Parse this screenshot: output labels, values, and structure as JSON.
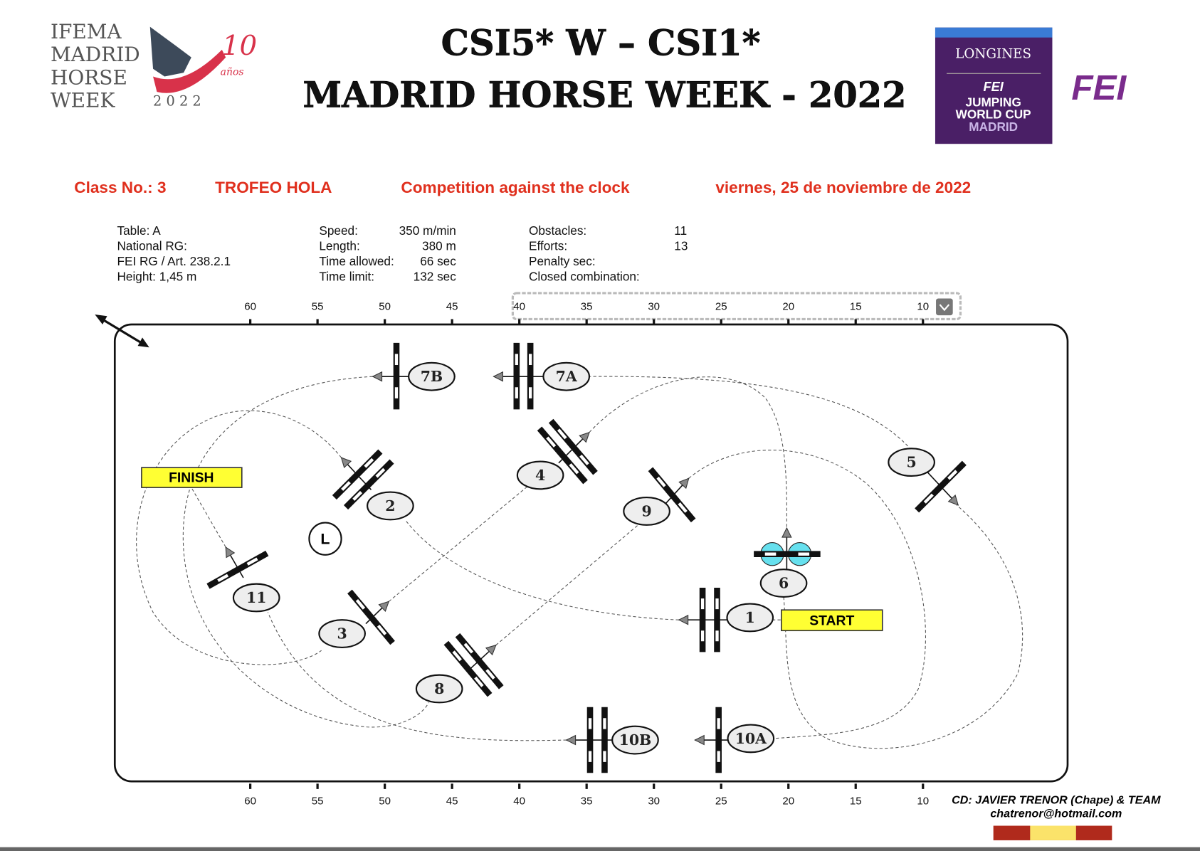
{
  "header": {
    "logo_left": {
      "lines": [
        "IFEMA",
        "MADRID",
        "HORSE",
        "WEEK"
      ],
      "year": "2 0 2 2",
      "anniversary": "10",
      "anniversary_sub": "años"
    },
    "title_line1": "CSI5* W – CSI1*",
    "title_line2": "MADRID HORSE WEEK - 2022",
    "sponsor_box": {
      "brand": "LONGINES",
      "fei": "FEI",
      "line1": "JUMPING",
      "line2": "WORLD CUP",
      "line3": "MADRID"
    },
    "fei_logo": "FEI"
  },
  "class_info": {
    "class_no": "Class No.: 3",
    "name": "TROFEO HOLA",
    "type": "Competition against the clock",
    "date": "viernes, 25 de noviembre de 2022"
  },
  "specs": {
    "col1": [
      "Table: A",
      "National RG:",
      "FEI RG / Art. 238.2.1",
      "Height: 1,45 m"
    ],
    "col2_labels": [
      "Speed:",
      "Length:",
      "Time allowed:",
      "Time limit:"
    ],
    "col2_values": [
      "350 m/min",
      "380 m",
      "66 sec",
      "132 sec"
    ],
    "col3_labels": [
      "Obstacles:",
      "Efforts:",
      "Penalty sec:",
      "Closed combination:"
    ],
    "col3_values": [
      "11",
      "13",
      "",
      ""
    ]
  },
  "axis_ticks": [
    "60",
    "55",
    "50",
    "45",
    "40",
    "35",
    "30",
    "25",
    "20",
    "15",
    "10"
  ],
  "course": {
    "start_label": "START",
    "finish_label": "FINISH",
    "marker_L": "L",
    "obstacles": [
      "1",
      "2",
      "3",
      "4",
      "5",
      "6",
      "7A",
      "7B",
      "8",
      "9",
      "10A",
      "10B",
      "11"
    ]
  },
  "footer": {
    "designer": "CD: JAVIER TRENOR (Chape) & TEAM",
    "email": "chatrenor@hotmail.com"
  },
  "colors": {
    "accent_red": "#e0301e",
    "sponsor_purple": "#4a1f66",
    "fei_purple": "#7a2b8c",
    "start_yellow": "#ffff33",
    "water_cyan": "#66e0ee"
  }
}
